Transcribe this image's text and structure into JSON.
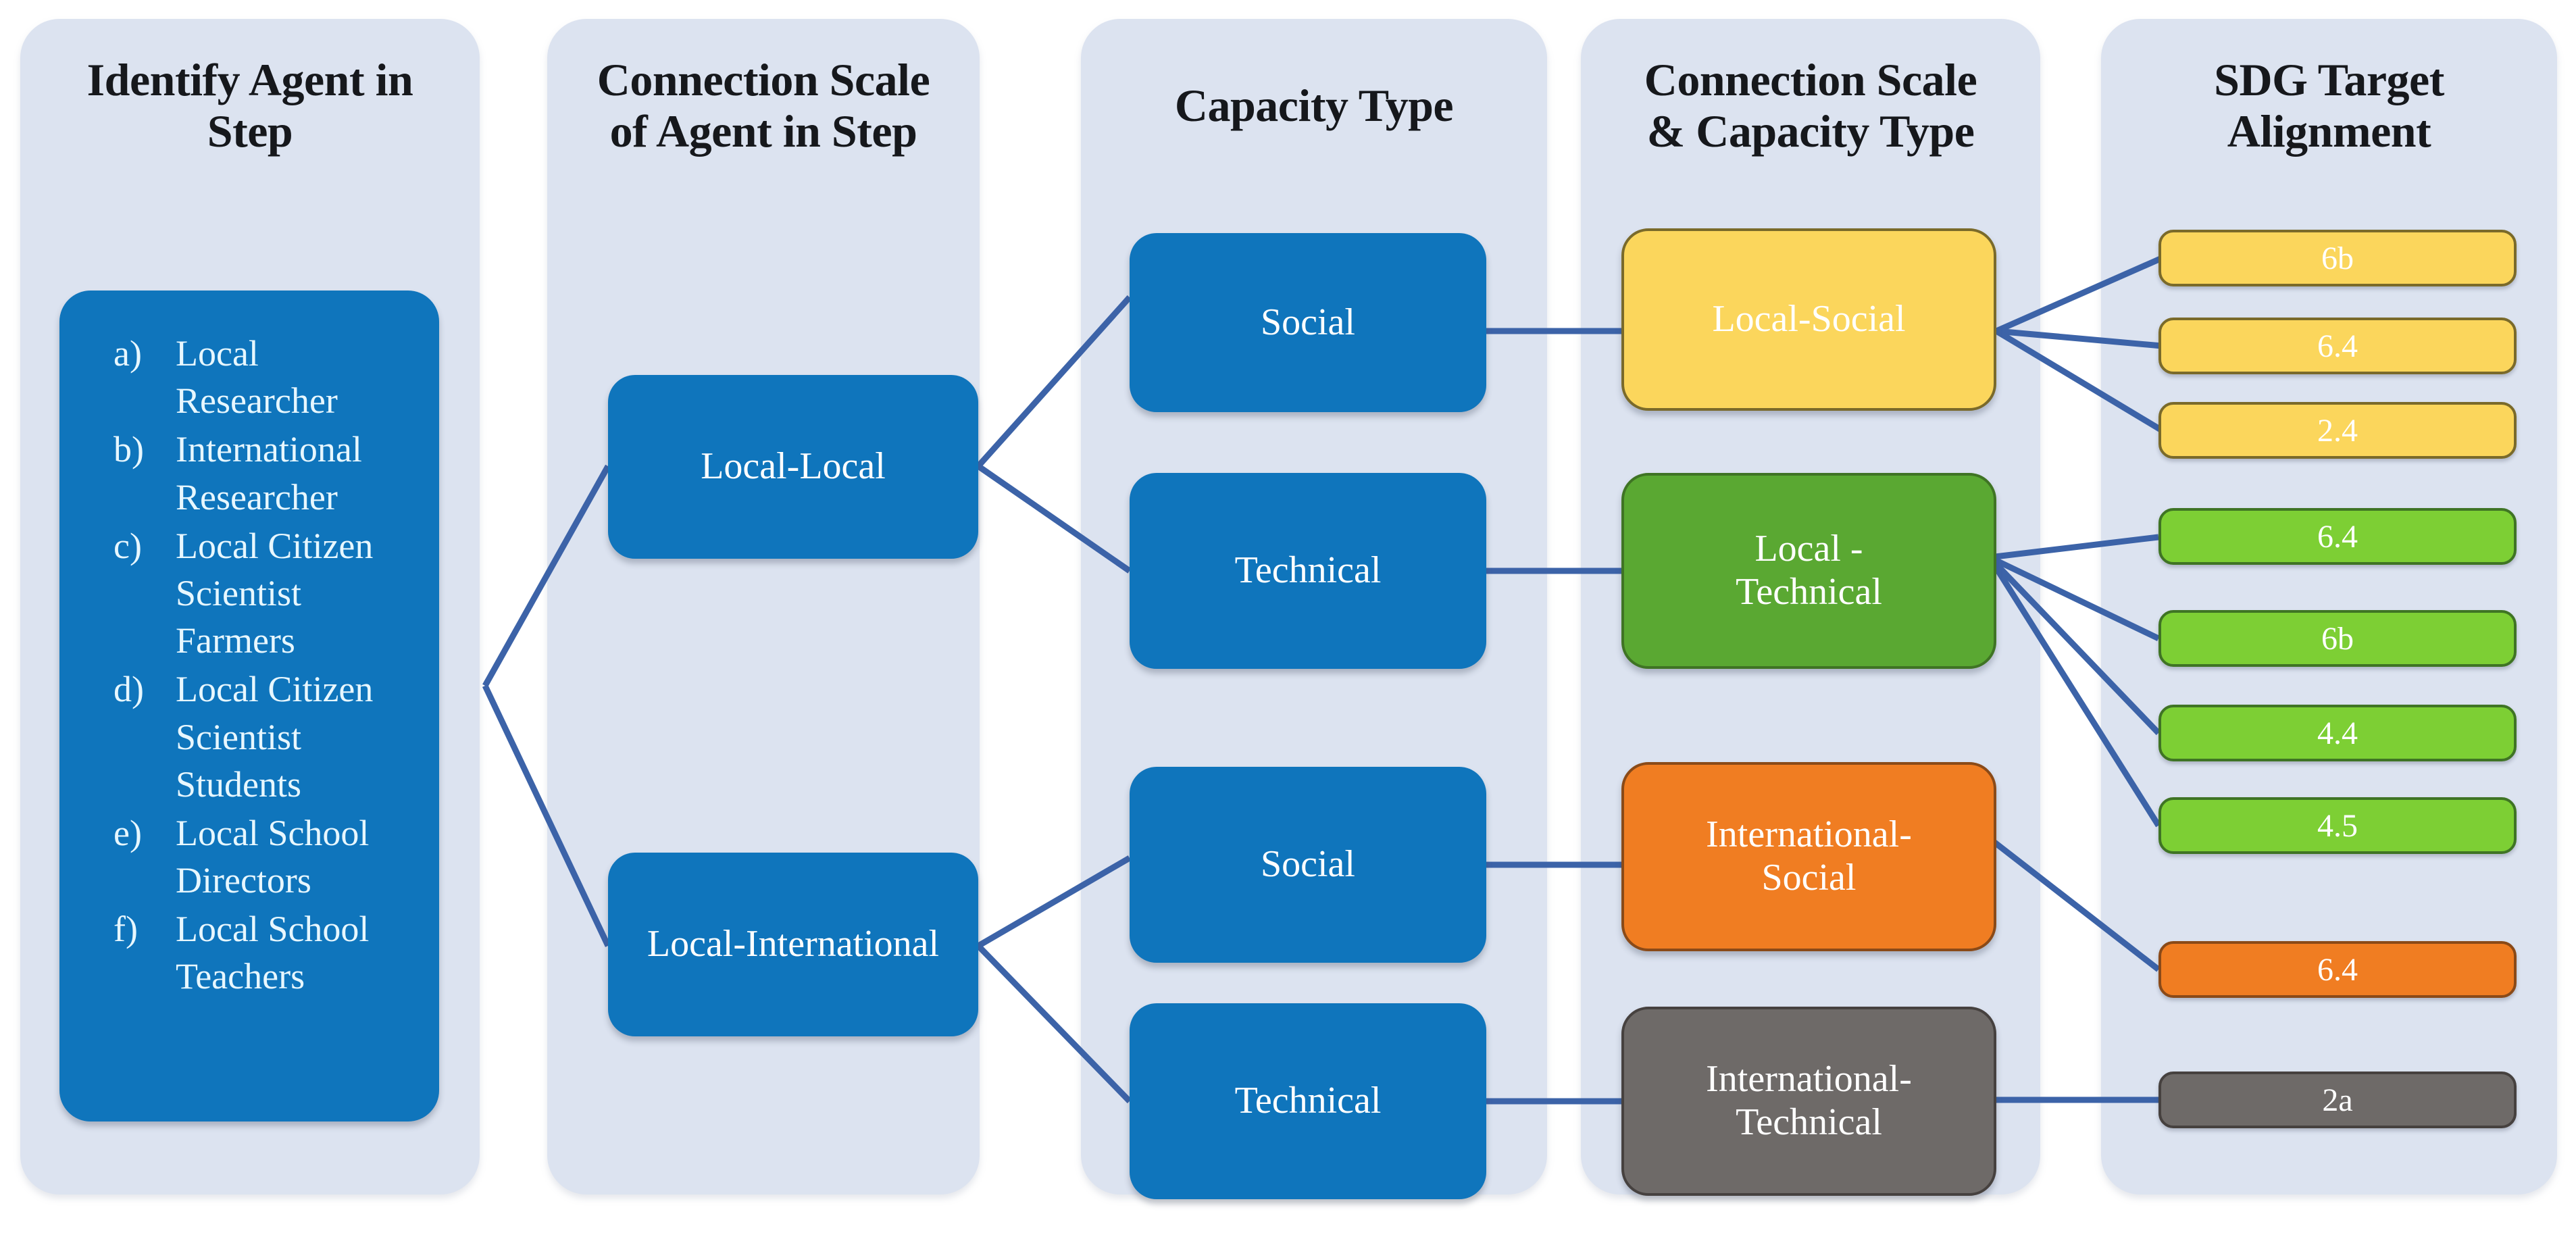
{
  "columns": [
    {
      "key": "identify_agent",
      "title": "Identify Agent in\nStep"
    },
    {
      "key": "connection_scale",
      "title": "Connection Scale\nof Agent in Step"
    },
    {
      "key": "capacity_type",
      "title": "Capacity Type"
    },
    {
      "key": "scale_and_type",
      "title": "Connection Scale\n& Capacity Type"
    },
    {
      "key": "sdg_alignment",
      "title": "SDG Target\nAlignment"
    }
  ],
  "agents": [
    {
      "marker": "a)",
      "label": "Local Researcher"
    },
    {
      "marker": "b)",
      "label": "International Researcher"
    },
    {
      "marker": "c)",
      "label": "Local Citizen Scientist Farmers"
    },
    {
      "marker": "d)",
      "label": "Local Citizen Scientist Students"
    },
    {
      "marker": "e)",
      "label": "Local School Directors"
    },
    {
      "marker": "f)",
      "label": "Local School Teachers"
    }
  ],
  "connection_scales": [
    {
      "label": "Local-Local"
    },
    {
      "label": "Local-International"
    }
  ],
  "capacity_types": [
    {
      "label": "Social"
    },
    {
      "label": "Technical"
    },
    {
      "label": "Social"
    },
    {
      "label": "Technical"
    }
  ],
  "scale_capacity": [
    {
      "label": "Local-Social",
      "color": "#fbd65c"
    },
    {
      "label": "Local -\nTechnical",
      "color": "#5aa832"
    },
    {
      "label": "International-\nSocial",
      "color": "#f07d22"
    },
    {
      "label": "International-\nTechnical",
      "color": "#6e6a68"
    }
  ],
  "sdg_targets": [
    {
      "label": "6b",
      "group": "local-social",
      "color": "#fbd65c"
    },
    {
      "label": "6.4",
      "group": "local-social",
      "color": "#fbd65c"
    },
    {
      "label": "2.4",
      "group": "local-social",
      "color": "#fbd65c"
    },
    {
      "label": "6.4",
      "group": "local-technical",
      "color": "#7dcf34"
    },
    {
      "label": "6b",
      "group": "local-technical",
      "color": "#7dcf34"
    },
    {
      "label": "4.4",
      "group": "local-technical",
      "color": "#7dcf34"
    },
    {
      "label": "4.5",
      "group": "local-technical",
      "color": "#7dcf34"
    },
    {
      "label": "6.4",
      "group": "international-social",
      "color": "#f07d22"
    },
    {
      "label": "2a",
      "group": "international-technical",
      "color": "#6e6a68"
    }
  ],
  "palette": {
    "panel_bg": "#dce3f0",
    "node_blue": "#0f75bc",
    "connector": "#3c63a8",
    "yellow": "#fbd65c",
    "green_box": "#5aa832",
    "green_pill": "#7dcf34",
    "orange": "#f07d22",
    "gray": "#6e6a68"
  }
}
